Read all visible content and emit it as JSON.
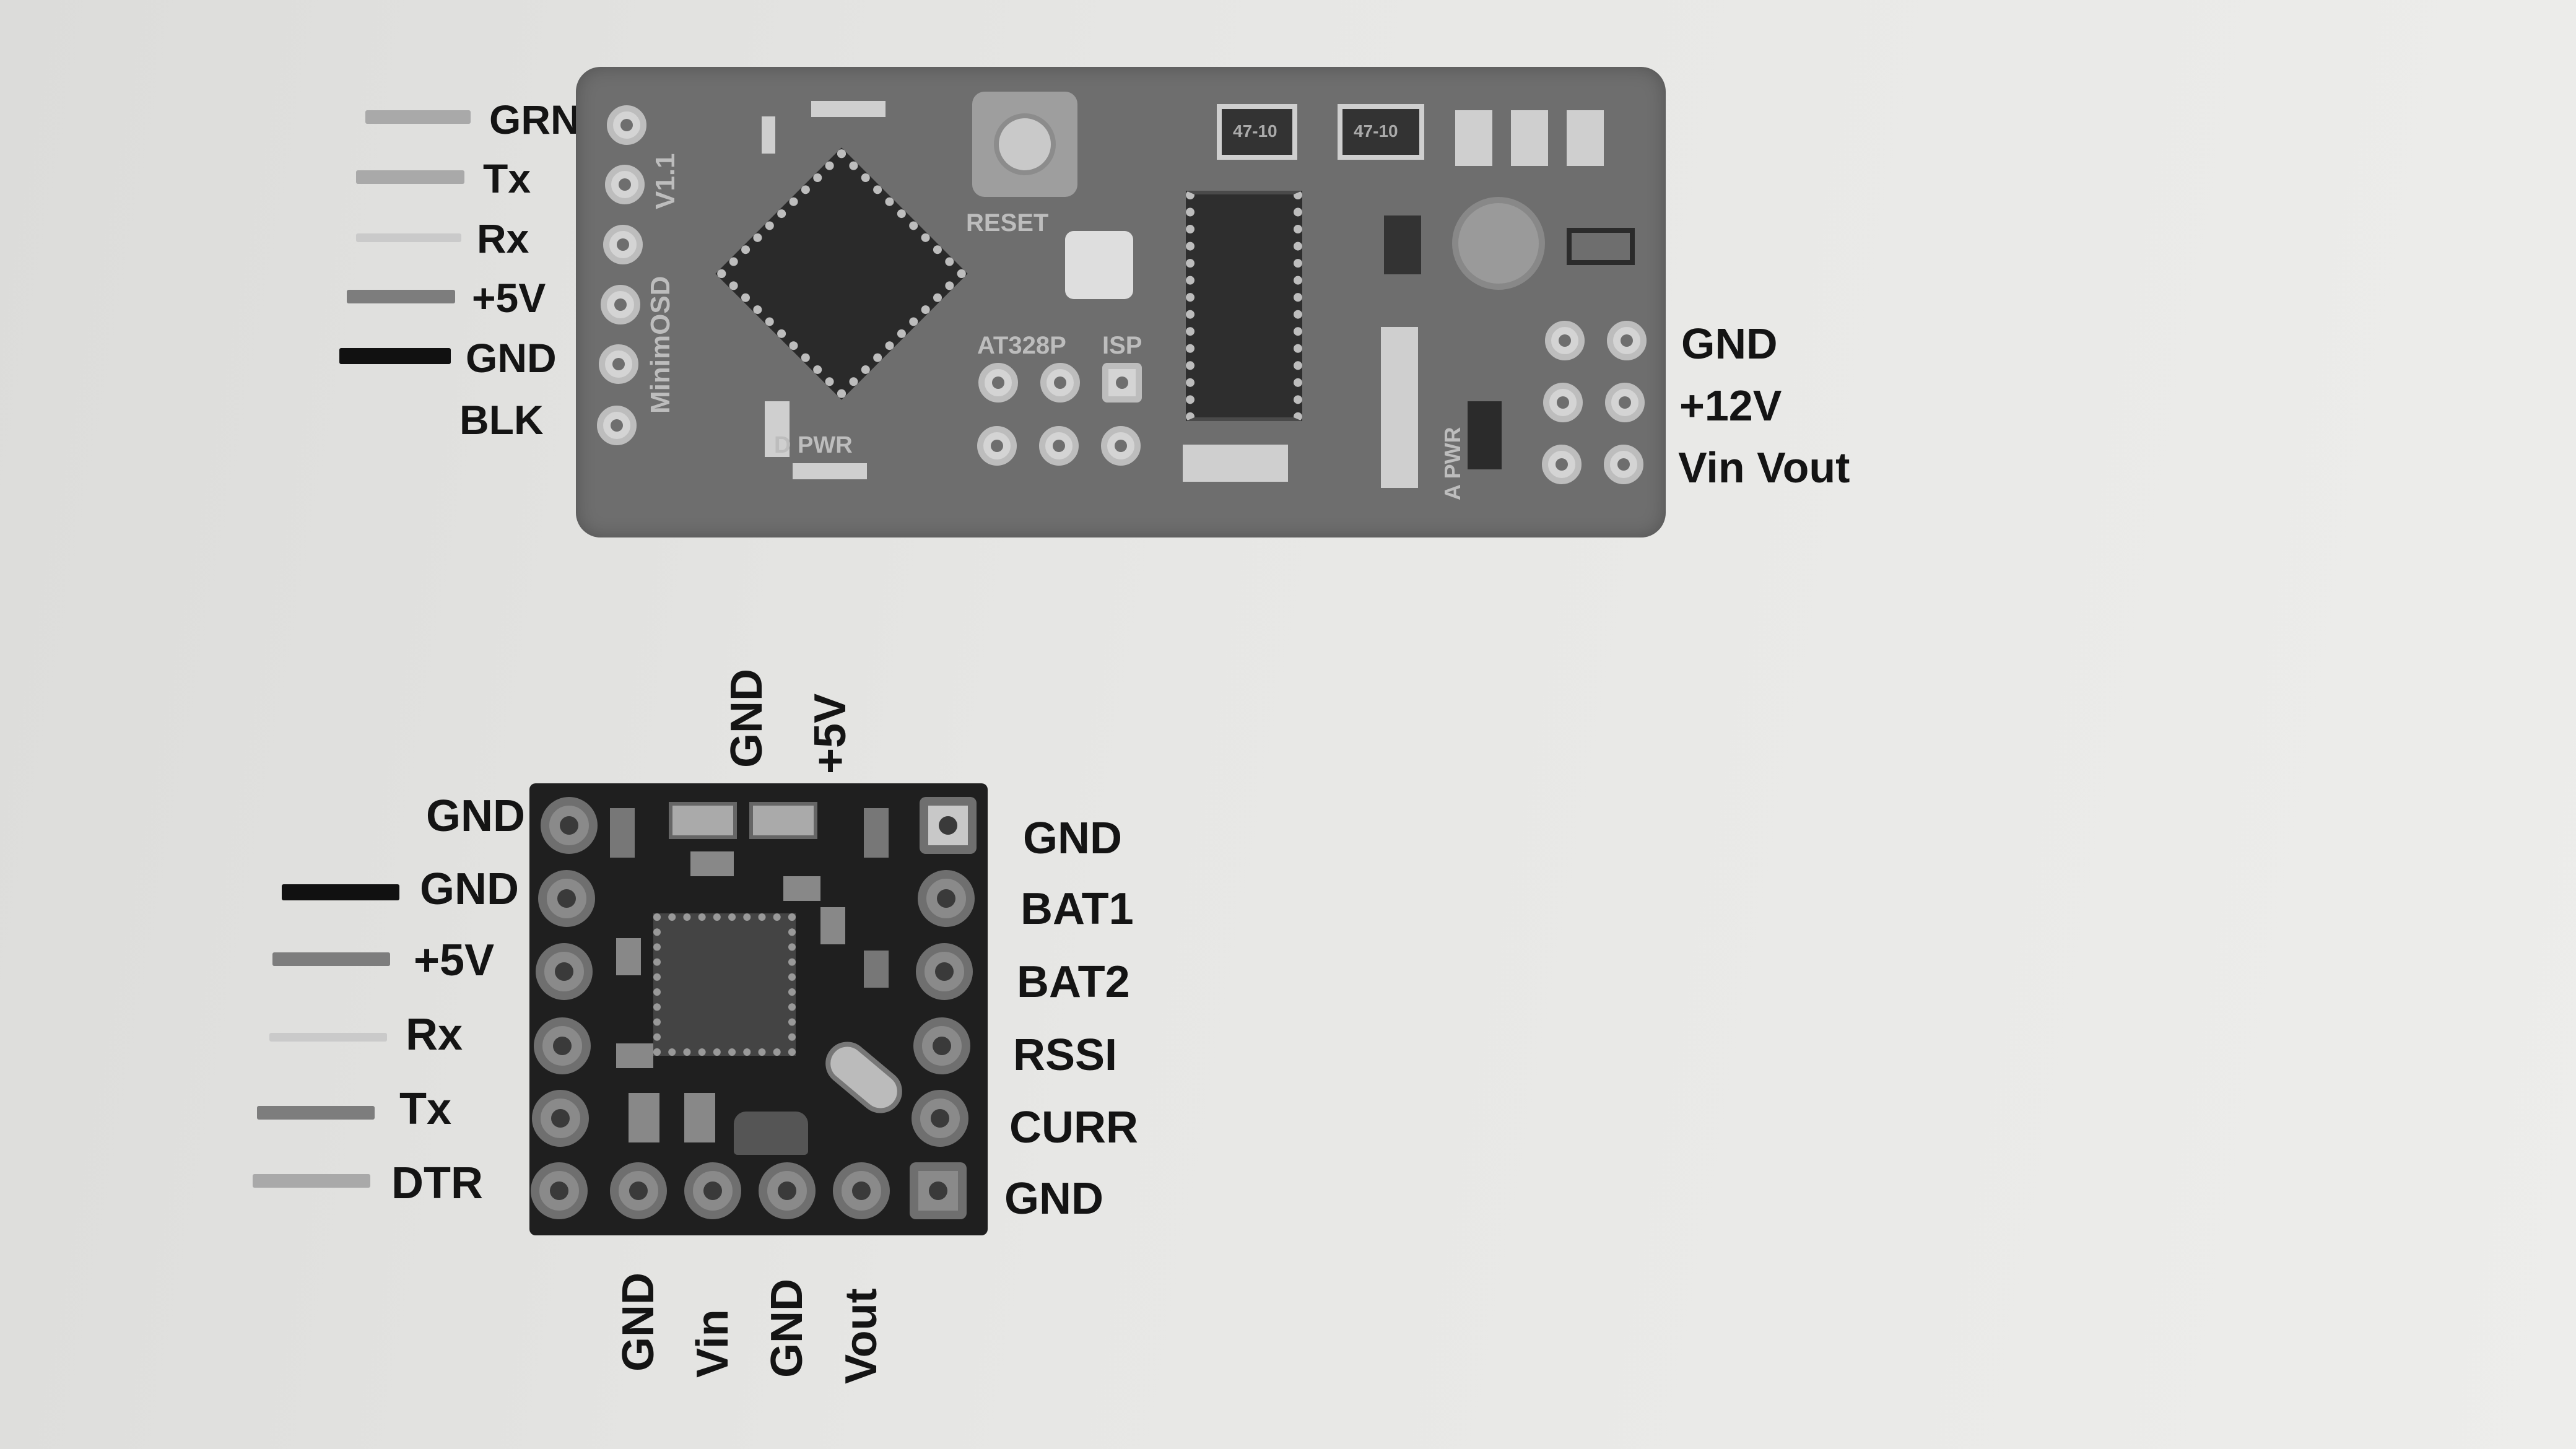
{
  "board1": {
    "left_pins": [
      "GRN",
      "Tx",
      "Rx",
      "+5V",
      "GND",
      "BLK"
    ],
    "right_pins": [
      "GND",
      "+12V",
      "Vin Vout"
    ],
    "silkscreen": {
      "name": "MinimOSD",
      "version": "V1.1",
      "reset": "RESET",
      "mcu": "AT328P",
      "isp": "ISP",
      "d_pwr": "D PWR",
      "a_pwr": "A PWR",
      "reg1": "47-10",
      "reg2": "47-10"
    }
  },
  "board2": {
    "top_pins": [
      "GND",
      "+5V"
    ],
    "left_pins": [
      "GND",
      "GND",
      "+5V",
      "Rx",
      "Tx",
      "DTR"
    ],
    "right_pins": [
      "GND",
      "BAT1",
      "BAT2",
      "RSSI",
      "CURR",
      "GND"
    ],
    "bottom_pins": [
      "GND",
      "Vin",
      "GND",
      "Vout"
    ]
  },
  "colors": {
    "wire_black": "#111111",
    "wire_gray": "#7d7d7d",
    "wire_light": "#a9a9a9",
    "wire_faint": "#cacaca"
  }
}
